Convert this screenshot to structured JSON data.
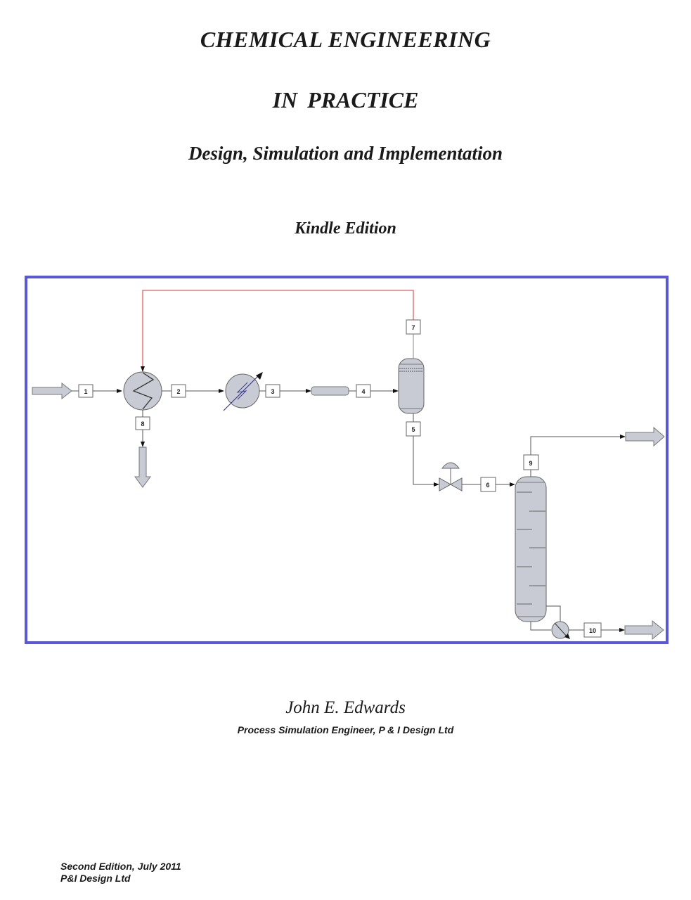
{
  "cover": {
    "title_line1": "CHEMICAL ENGINEERING",
    "title_line2": "IN  PRACTICE",
    "subtitle": "Design, Simulation and Implementation",
    "edition": "Kindle Edition",
    "author": "John E. Edwards",
    "author_role": "Process Simulation Engineer, P & I Design Ltd",
    "footer_line1": "Second Edition, July 2011",
    "footer_line2": "P&I Design Ltd"
  },
  "diagram": {
    "frame_color": "#5a58d8",
    "recycle_line_color": "#e06060",
    "equipment_fill": "#c8cbd4",
    "streams": [
      "1",
      "2",
      "3",
      "4",
      "5",
      "6",
      "7",
      "8",
      "9",
      "10"
    ],
    "equipment": [
      "feed-arrow",
      "feed-effluent-heat-exchanger",
      "heater",
      "reactor-pipe",
      "flash-separator",
      "control-valve",
      "distillation-column",
      "reboiler",
      "overhead-product-arrow",
      "bottoms-product-arrow",
      "exchanger-outlet-arrow"
    ]
  }
}
